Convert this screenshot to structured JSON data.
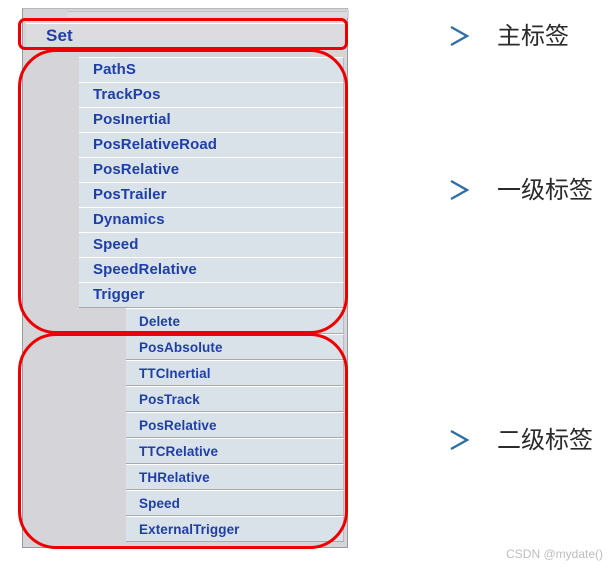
{
  "panel": {
    "main_tab": {
      "label": "Set"
    },
    "level1_items": [
      {
        "label": "PathS"
      },
      {
        "label": "TrackPos"
      },
      {
        "label": "PosInertial"
      },
      {
        "label": "PosRelativeRoad"
      },
      {
        "label": "PosRelative"
      },
      {
        "label": "PosTrailer"
      },
      {
        "label": "Dynamics"
      },
      {
        "label": "Speed"
      },
      {
        "label": "SpeedRelative"
      },
      {
        "label": "Trigger"
      }
    ],
    "level2_items": [
      {
        "label": "Delete"
      },
      {
        "label": "PosAbsolute"
      },
      {
        "label": "TTCInertial"
      },
      {
        "label": "PosTrack"
      },
      {
        "label": "PosRelative"
      },
      {
        "label": "TTCRelative"
      },
      {
        "label": "THRelative"
      },
      {
        "label": "Speed"
      },
      {
        "label": "ExternalTrigger"
      }
    ]
  },
  "annotations": [
    {
      "label": "主标签",
      "icon": "arrow-right-icon"
    },
    {
      "label": "一级标签",
      "icon": "arrow-right-icon"
    },
    {
      "label": "二级标签",
      "icon": "arrow-right-icon"
    }
  ],
  "watermark": {
    "text": "CSDN @mydate()"
  },
  "colors": {
    "row_text": "#1f3fa8",
    "row_background": "#d9e2e8",
    "panel_background": "#d5d5d9",
    "highlight_outline": "#ee0000",
    "arrow": "#3b7bb5"
  }
}
